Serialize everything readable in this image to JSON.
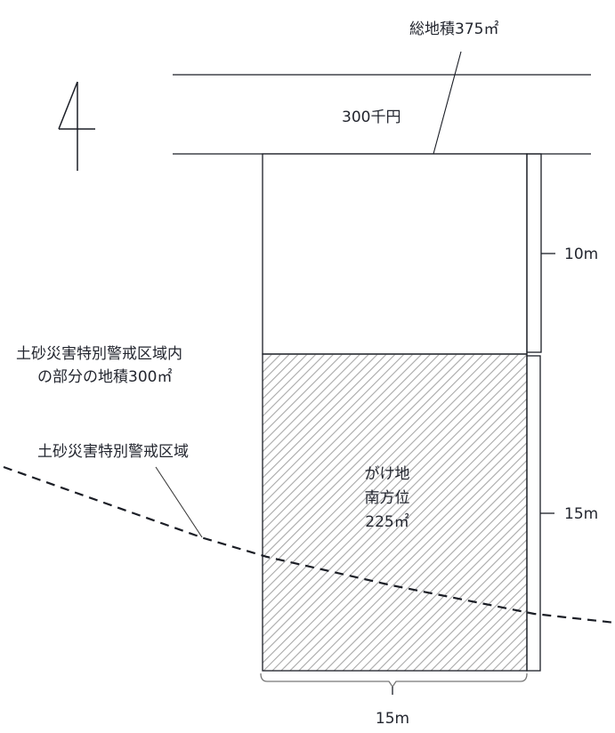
{
  "diagram": {
    "type": "land-plot-sketch",
    "labels": {
      "total_area": "総地積375㎡",
      "road_price": "300千円",
      "warning_area_inside_line1": "土砂災害特別警戒区域内",
      "warning_area_inside_line2": "の部分の地積300㎡",
      "warning_zone": "土砂災害特別警戒区域",
      "cliff_line1": "がけ地",
      "cliff_line2": "南方位",
      "cliff_line3": "225㎡",
      "depth_upper": "10m",
      "depth_lower": "15m",
      "frontage": "15m"
    },
    "north_arrow": {
      "icon": "north-arrow-icon"
    },
    "plot": {
      "total_area_m2": 375,
      "warning_area_m2": 300,
      "cliff_area_m2": 225,
      "cliff_direction": "南方位",
      "frontage_m": 15,
      "depth_non_cliff_m": 10,
      "depth_cliff_m": 15,
      "road_price_thousand_yen": 300
    },
    "colors": {
      "line": "#1b1e26",
      "hatch": "#a8a8a8",
      "text": "#23262f",
      "background": "#ffffff"
    }
  }
}
